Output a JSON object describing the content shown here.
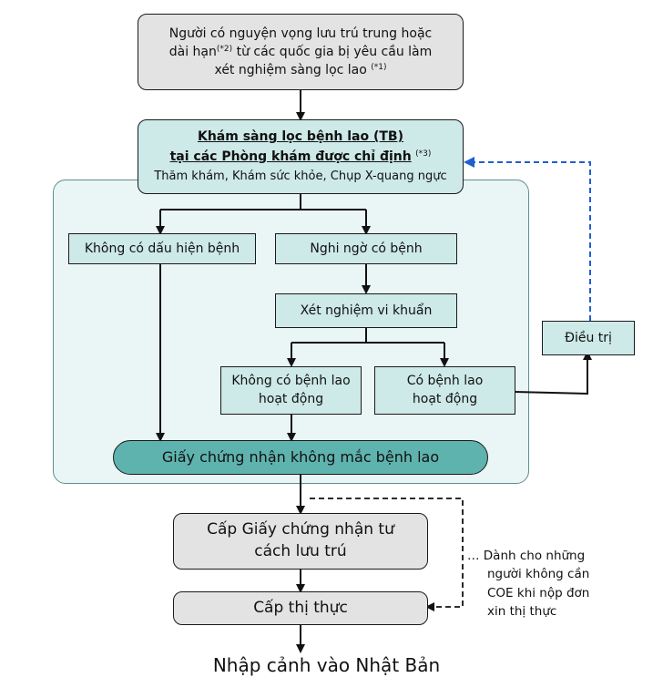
{
  "top_box": {
    "line1": "Người có nguyện vọng lưu trú trung hoặc",
    "line2a": "dài hạn",
    "line2sup": "(*2)",
    "line2b": " từ các quốc gia bị yêu cầu làm",
    "line3a": "xét nghiệm sàng lọc lao",
    "line3sup": "(*1)"
  },
  "screening_box": {
    "title1": "Khám sàng lọc bệnh lao (TB)",
    "title2": "tại các Phòng khám được chỉ định",
    "title2sup": "(*3)",
    "subtitle": "Thăm khám, Khám sức khỏe, Chụp X-quang ngực"
  },
  "no_signs": "Không có dấu hiện bệnh",
  "suspected": "Nghi ngờ có bệnh",
  "bacteria_test": "Xét nghiệm vi khuẩn",
  "no_active_tb": {
    "line1": "Không có bệnh lao",
    "line2": "hoạt động"
  },
  "active_tb": {
    "line1": "Có bệnh lao",
    "line2": "hoạt động"
  },
  "treatment": "Điều trị",
  "certificate": "Giấy chứng nhận không mắc bệnh lao",
  "coe_box": {
    "line1": "Cấp Giấy chứng nhận tư",
    "line2": "cách lưu trú"
  },
  "visa_box": "Cấp thị thực",
  "entry": "Nhập cảnh vào Nhật Bản",
  "note": {
    "line1": "… Dành cho những",
    "line2": "người không cần",
    "line3": "COE khi nộp đơn",
    "line4": "xin thị thực"
  },
  "colors": {
    "teal_fill": "#cde9e8",
    "region_fill": "#eaf5f5",
    "cert_fill": "#5fb3ae",
    "gray_fill": "#e3e3e3",
    "dashed_blue": "#1f5fcf"
  }
}
